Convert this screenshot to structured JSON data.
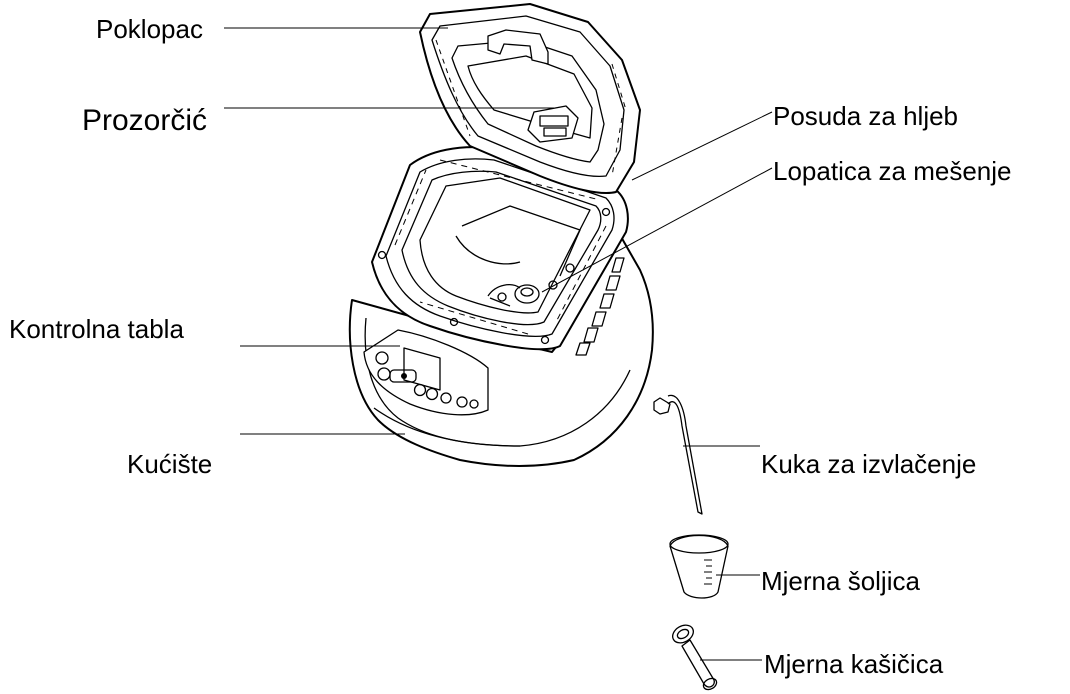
{
  "labels": {
    "lid": "Poklopac",
    "window": "Prozorčić",
    "bread_pan": "Posuda za hljeb",
    "kneading_paddle": "Lopatica za mešenje",
    "control_panel": "Kontrolna tabla",
    "housing": "Kućište",
    "hook": "Kuka za izvlačenje",
    "measuring_cup": "Mjerna šoljica",
    "measuring_spoon": "Mjerna kašičica"
  }
}
